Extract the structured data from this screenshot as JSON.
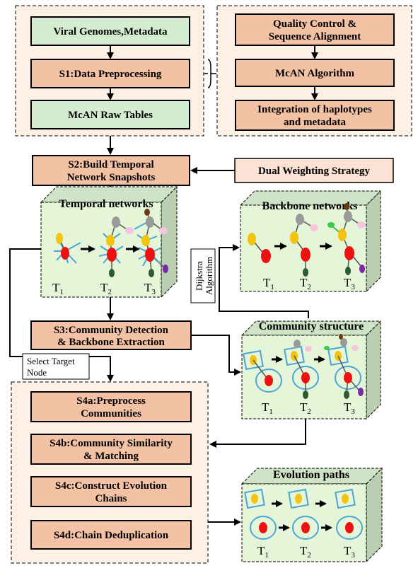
{
  "colors": {
    "green": "#d4edd0",
    "salmon": "#f3c1a4",
    "outer_panel": "#fdf1e6",
    "dual_panel": "#fbe2d4",
    "cube_front": "#e4f5d8",
    "cube_side": "#b9cfb0",
    "red_node": "#ee1111",
    "yellow_node": "#f2c30f",
    "blue_edge": "#4aa5d8"
  },
  "s1_group": {
    "box1": "Viral Genomes,Metadata",
    "box2": "S1:Data Preprocessing",
    "box3": "McAN Raw Tables"
  },
  "details_group": {
    "box1_line1": "Quality Control &",
    "box1_line2": "Sequence Alignment",
    "box2": "McAN Algorithm",
    "box3_line1": "Integration of haplotypes",
    "box3_line2": "and metadata"
  },
  "s2": {
    "line1": "S2:Build Temporal",
    "line2": "Network Snapshots"
  },
  "dual_weighting": "Dual Weighting Strategy",
  "temporal_networks": {
    "title": "Temporal networks"
  },
  "backbone_networks": {
    "title": "Backbone networks"
  },
  "community_structure": {
    "title": "Community structure"
  },
  "evolution_paths": {
    "title": "Evolution paths"
  },
  "time_labels": {
    "t": "T",
    "sub1": "1",
    "sub2": "2",
    "sub3": "3"
  },
  "dijkstra": {
    "line1": "Dijkstra",
    "line2": "Algorithm"
  },
  "s3": {
    "line1": "S3:Community Detection",
    "line2": "& Backbone Extraction"
  },
  "select_target": {
    "line1": "Select Target",
    "line2": "Node"
  },
  "s4": {
    "a_line1": "S4a:Preprocess",
    "a_line2": "Communities",
    "b_line1": "S4b:Community Similarity",
    "b_line2": "& Matching",
    "c_line1": "S4c:Construct Evolution",
    "c_line2": "Chains",
    "d": "S4d:Chain Deduplication"
  }
}
